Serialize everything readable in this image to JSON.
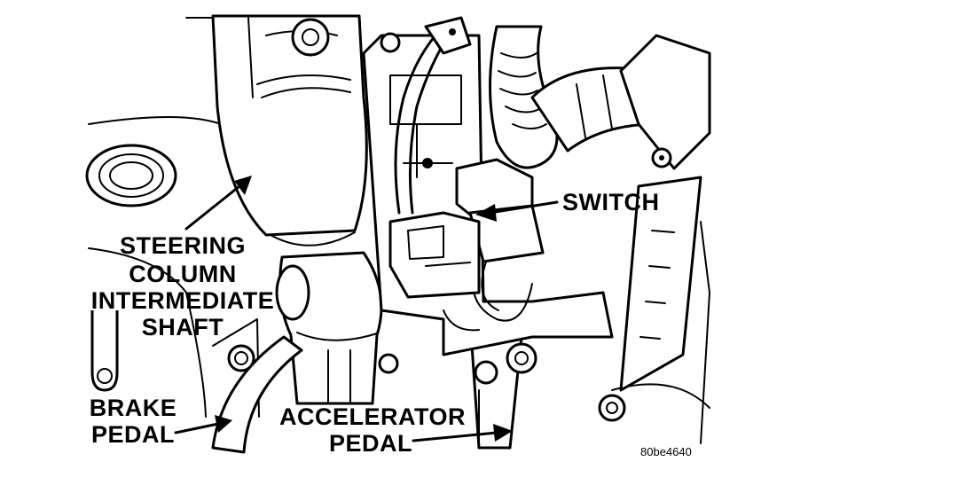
{
  "labels": {
    "switch": "SWITCH",
    "steering": [
      "STEERING",
      "COLUMN",
      "INTERMEDIATE",
      "SHAFT"
    ],
    "brake": [
      "BRAKE",
      "PEDAL"
    ],
    "accelerator": [
      "ACCELERATOR",
      "PEDAL"
    ]
  },
  "figure_code": "80be4640"
}
